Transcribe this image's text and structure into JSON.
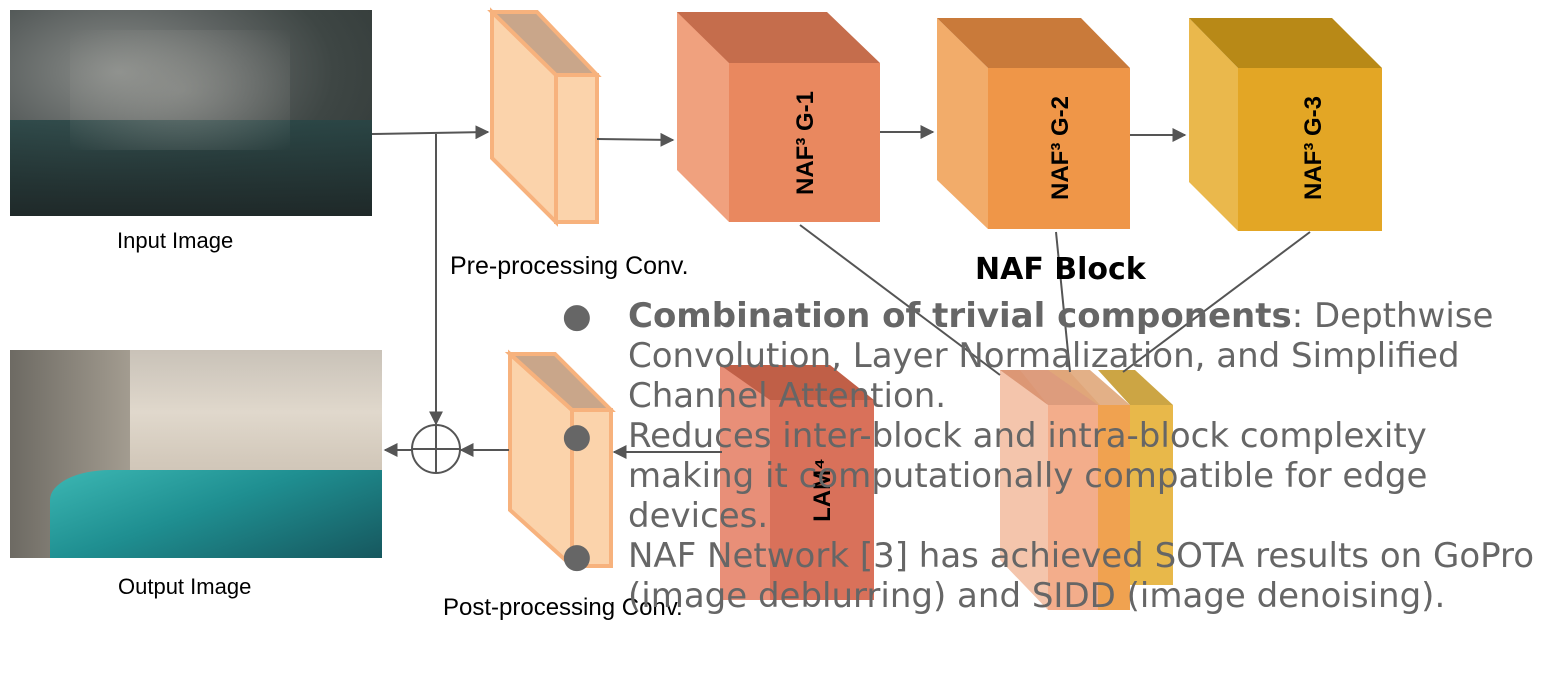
{
  "input": {
    "caption": "Input Image"
  },
  "output": {
    "caption": "Output Image"
  },
  "labels": {
    "pre_conv": "Pre-processing Conv.",
    "post_conv": "Post-processing Conv.",
    "naf_g1": "NAF³ G-1",
    "naf_g2": "NAF³ G-2",
    "naf_g3": "NAF³ G-3",
    "lam": "LAM⁴",
    "naf_block": "NAF Block"
  },
  "bullets": [
    {
      "bold": "Combination of trivial components",
      "text": ": Depthwise Convolution, Layer Normalization, and Simplified Channel Attention."
    },
    {
      "bold": "",
      "text": "Reduces inter-block and intra-block complexity making it computationally compatible for edge devices."
    },
    {
      "bold": "",
      "text": "NAF Network [3] has achieved SOTA results on GoPro (image deblurring) and SIDD (image denoising)."
    }
  ],
  "colors": {
    "conv_front": "#fbd3ab",
    "conv_top": "#c9a68a",
    "conv_border": "#f7b27d",
    "g1_front": "#e9885f",
    "g2_front": "#ef9648",
    "g3_front": "#e3a625",
    "lam_front": "#d9715a",
    "bullet_text": "#666666"
  }
}
